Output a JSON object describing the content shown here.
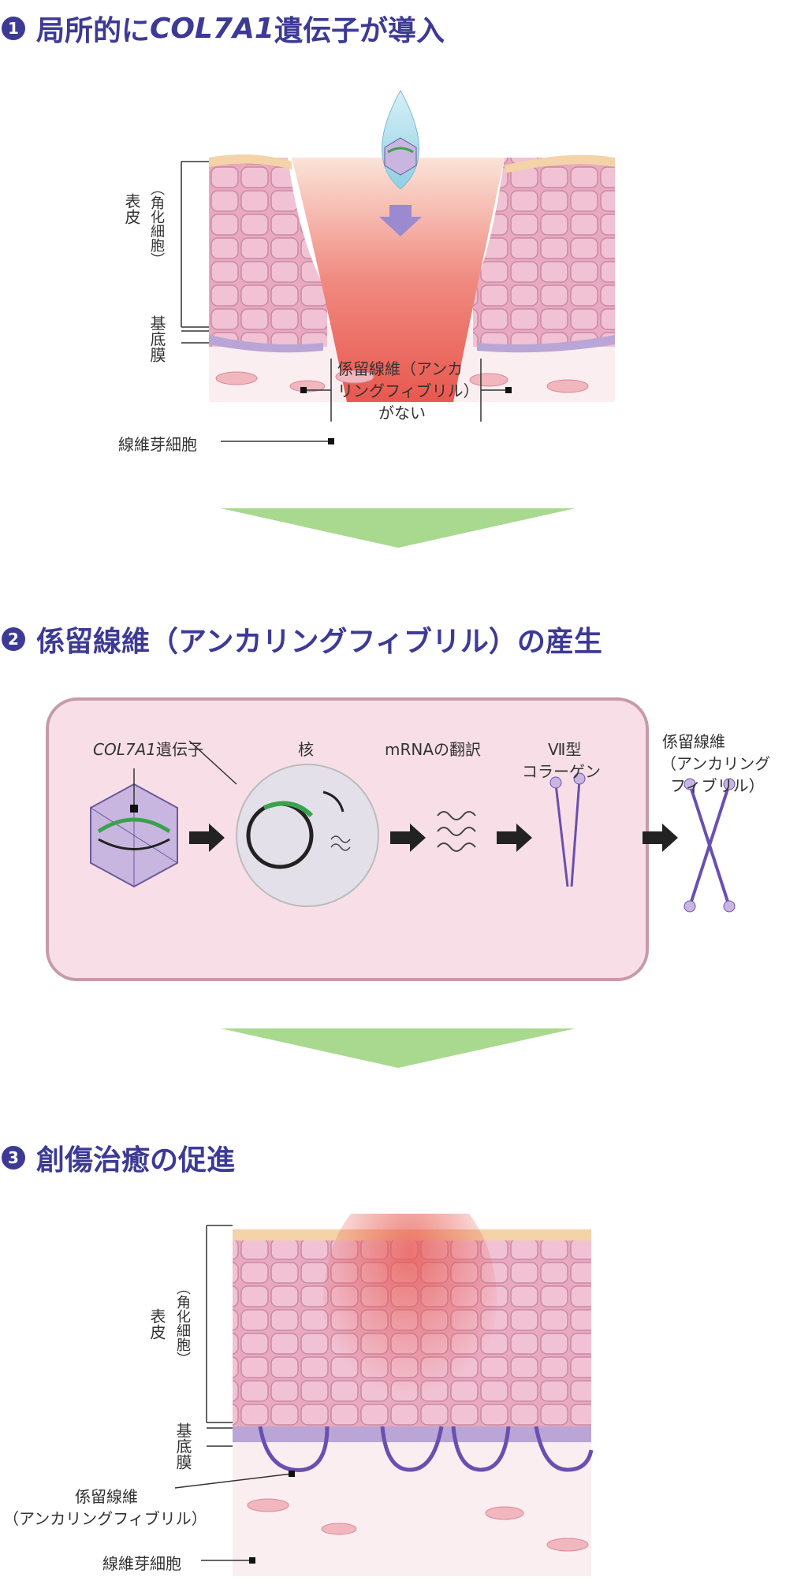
{
  "section1": {
    "badge": "1",
    "title_part1": "局所的に",
    "title_italic": "COL7A1",
    "title_part2": "遺伝子が導入",
    "labels": {
      "epidermis": "表皮",
      "epidermis_sub": "（角化細胞）",
      "basement": "基底膜",
      "no_fibril_1": "係留線維（アンカ",
      "no_fibril_2": "リングフィブリル）",
      "no_fibril_3": "がない",
      "fibroblast": "線維芽細胞"
    }
  },
  "section2": {
    "badge": "2",
    "title": "係留線維（アンカリングフィブリル）の産生",
    "labels": {
      "gene_italic": "COL7A1",
      "gene_suffix": "遺伝子",
      "nucleus": "核",
      "translation": "mRNAの翻訳",
      "collagen_1": "Ⅶ型",
      "collagen_2": "コラーゲン",
      "fibril_1": "係留線維",
      "fibril_2": "（アンカリング",
      "fibril_3": "フィブリル）"
    }
  },
  "section3": {
    "badge": "3",
    "title": "創傷治癒の促進",
    "labels": {
      "epidermis": "表皮",
      "epidermis_sub": "（角化細胞）",
      "basement": "基底膜",
      "fibril_1": "係留線維",
      "fibril_2": "（アンカリングフィブリル）",
      "fibroblast": "線維芽細胞"
    }
  },
  "colors": {
    "title": "#3d3a96",
    "arrow": "#a8d98e",
    "skin_pink": "#e9a9c0",
    "wound_red": "#e8584f",
    "membrane_purple": "#b9a6d6",
    "panel_bg": "#f8dfe7",
    "panel_border": "#c79aa9"
  }
}
